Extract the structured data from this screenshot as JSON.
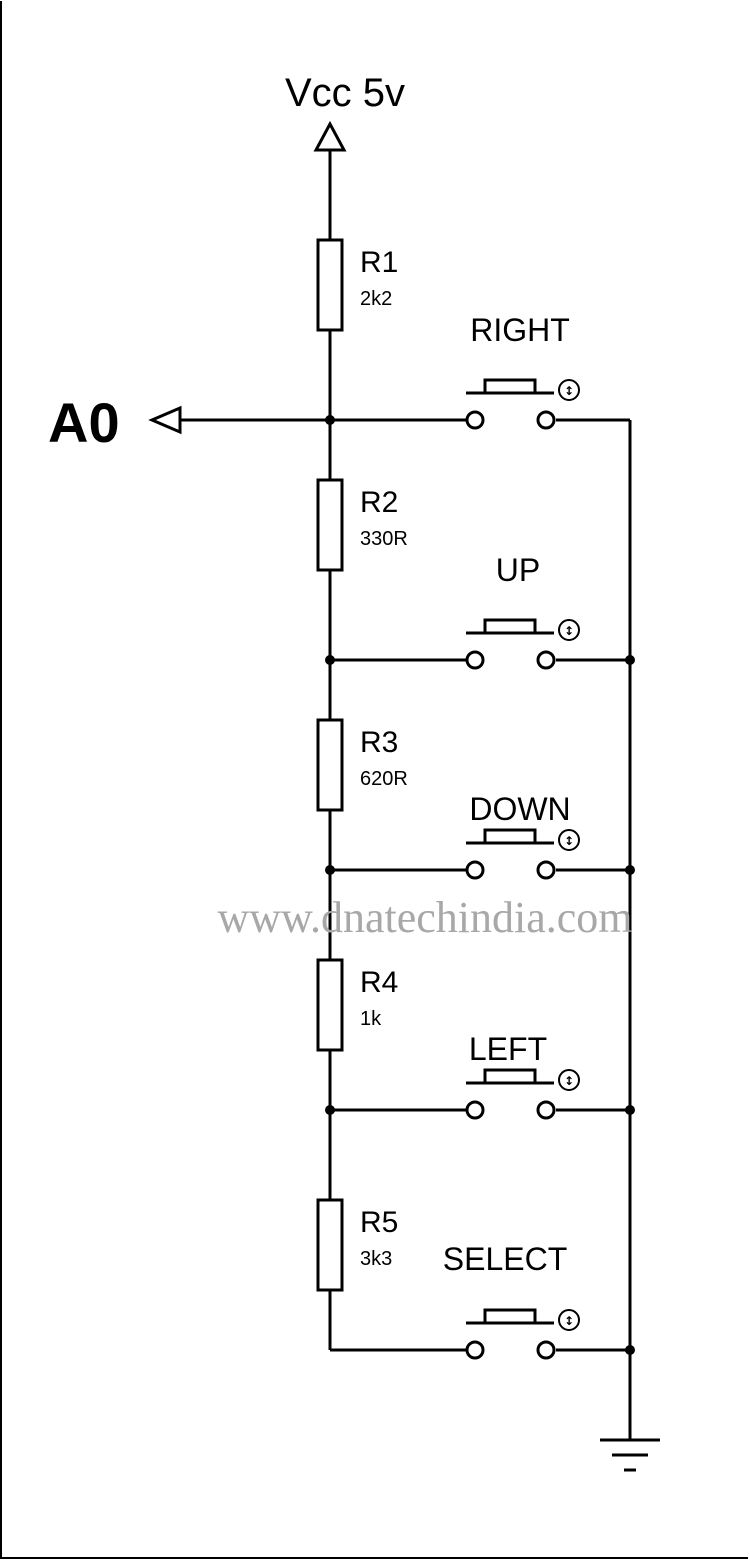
{
  "supply": {
    "label": "Vcc 5v"
  },
  "output": {
    "label": "A0"
  },
  "resistors": [
    {
      "name": "R1",
      "value": "2k2"
    },
    {
      "name": "R2",
      "value": "330R"
    },
    {
      "name": "R3",
      "value": "620R"
    },
    {
      "name": "R4",
      "value": "1k"
    },
    {
      "name": "R5",
      "value": "3k3"
    }
  ],
  "buttons": [
    {
      "label": "RIGHT"
    },
    {
      "label": "UP"
    },
    {
      "label": "DOWN"
    },
    {
      "label": "LEFT"
    },
    {
      "label": "SELECT"
    }
  ],
  "watermark": "www.dnatechindia.com",
  "icons": {
    "switch_actuator": "up-down-arrow-icon",
    "ground": "ground-icon"
  }
}
